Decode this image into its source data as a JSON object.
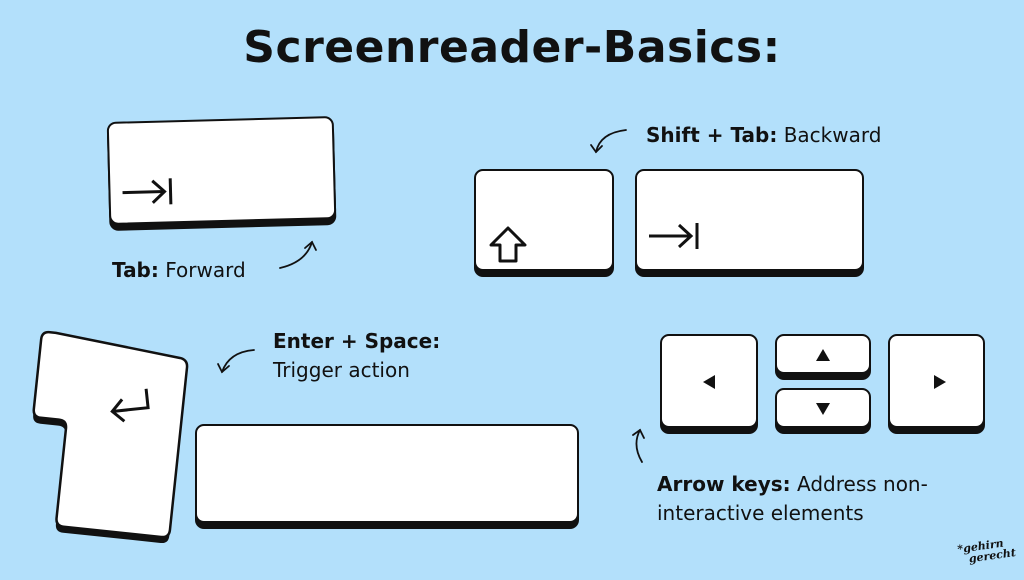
{
  "title": "Screenreader-Basics:",
  "tab": {
    "key": "Tab:",
    "action": "Forward"
  },
  "shift_tab": {
    "key": "Shift + Tab:",
    "action": "Backward"
  },
  "enter_space": {
    "key": "Enter + Space:",
    "action": "Trigger action"
  },
  "arrows": {
    "key": "Arrow keys:",
    "action_line1": "Address non-",
    "action_line2": "interactive elements"
  },
  "logo": {
    "line1": "gehirn",
    "line2": "gerecht"
  }
}
